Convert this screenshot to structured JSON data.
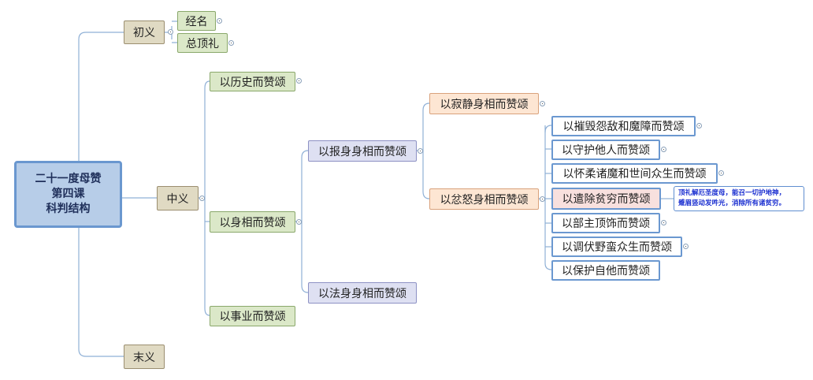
{
  "mindmap": {
    "root": {
      "line1": "二十一度母赞",
      "line2": "第四课",
      "line3": "科判结构"
    },
    "chuyi": {
      "label": "初义",
      "children": [
        "经名",
        "总顶礼"
      ]
    },
    "zhongyi": {
      "label": "中义",
      "children": [
        "以历史而赞颂",
        "以身相而赞颂",
        "以事业而赞颂"
      ],
      "shenxiang": {
        "children": [
          "以报身身相而赞颂",
          "以法身身相而赞颂"
        ],
        "baoshen": {
          "children": [
            "以寂静身相而赞颂",
            "以忿怒身相而赞颂"
          ],
          "fennu": {
            "children": [
              "以摧毁怨敌和魔障而赞颂",
              "以守护他人而赞颂",
              "以怀柔诸魔和世间众生而赞颂",
              "以遣除贫穷而赞颂",
              "以部主顶饰而赞颂",
              "以调伏野蛮众生而赞颂",
              "以保护自他而赞颂"
            ],
            "note_line1": "顶礼解厄圣度母，能召一切护地神，",
            "note_line2": "蹙眉竖动发吽光，消除所有诸贫穷。"
          }
        }
      }
    },
    "moyi": {
      "label": "末义"
    }
  },
  "colors": {
    "root_fill": "#b7cde8",
    "root_border": "#6a97cf",
    "level1_fill": "#e0dac3",
    "level2_fill": "#dbe8c8",
    "level3_fill": "#dee0f2",
    "level4_fill": "#fde6d3",
    "leaf_border": "#6b98d0",
    "highlight_fill": "#f8e0de",
    "note_text": "#1a2ed0",
    "connector": "#8fb0d6"
  }
}
